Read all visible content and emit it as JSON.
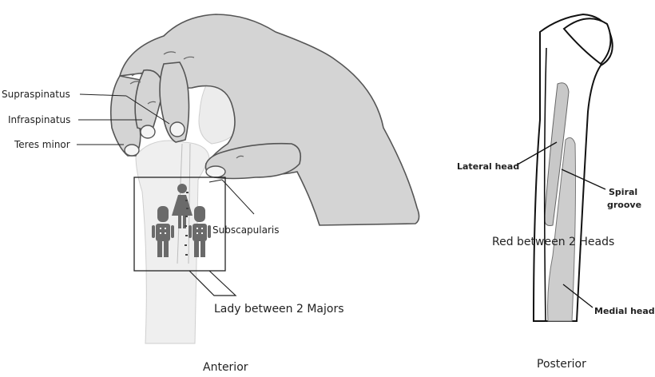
{
  "left_figure": {
    "labels": {
      "supraspinatus": "Supraspinatus",
      "infraspinatus": "Infraspinatus",
      "teres_minor": "Teres minor",
      "subscapularis": "Subscapularis"
    },
    "mnemonic": "Lady between 2 Majors",
    "view": "Anterior"
  },
  "right_figure": {
    "labels": {
      "lateral_head": "Lateral head",
      "spiral_groove_line1": "Spiral",
      "spiral_groove_line2": "groove",
      "medial_head": "Medial head"
    },
    "mnemonic": "Red between 2 Heads",
    "view": "Posterior"
  },
  "colors": {
    "hand_fill": "#d4d4d4",
    "hand_stroke": "#555555",
    "bone_fill": "#efefef",
    "humerus_region": "#c8c8c8",
    "icon_fill": "#6a6a6a"
  },
  "icons": [
    "guard-figure-icon",
    "lady-figure-icon",
    "guard-figure-icon"
  ]
}
